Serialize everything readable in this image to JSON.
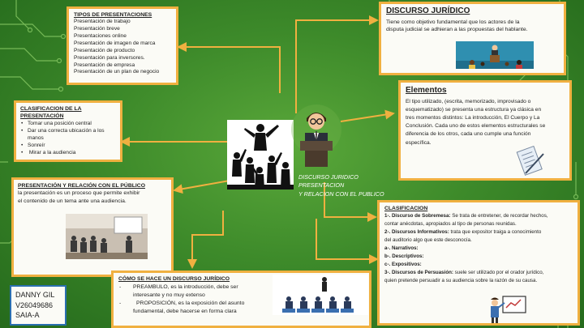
{
  "tipos": {
    "title": "TIPOS DE PRESENTACIONES",
    "items": [
      "Presentación de trabajo",
      "Presentación breve",
      "Presentaciones online",
      "Presentación de imagen de marca",
      "Presentación de producto",
      "Presentación para inversores.",
      "Presentación de empresa",
      "Presentación de un plan de negocio"
    ]
  },
  "discurso": {
    "title": "DISCURSO JURÍDICO",
    "lines": [
      "Tiene como objetivo fundamental que los actores de la",
      "disputa judicial se adhieran a las propuestas del hablante."
    ]
  },
  "clasif_presentacion": {
    "title_line1": "CLASIFICACION DE LA",
    "title_line2": "PRESENTACIÓN",
    "items": [
      "Tomar una posición central",
      "Dar una correcta ubicación a los",
      "manos",
      "Sonreír",
      "Mirar a la audiencia"
    ]
  },
  "elementos": {
    "title": "Elementos",
    "lines": [
      "El tipo utilizado, (escrita, memorizado, improvisado o",
      "esquematizado) se presenta una estructura ya clásica en",
      "tres momentos distintos: La introducción, El Cuerpo y La",
      "Conclusión. Cada uno de estos elementos estructurales se",
      "diferencia de los otros, cada uno cumple una función",
      "específica."
    ]
  },
  "center": {
    "line1": "DISCURSO JURIDICO",
    "line2": "PRESENTACION",
    "line3": "Y RELACION CON EL PUBLICO"
  },
  "relacion": {
    "title": "PRESENTACIÓN Y RELACIÓN CON EL PÚBLICO",
    "lines": [
      "la presentación es un proceso que permite exhibir",
      "el contenido de un tema ante una audiencia."
    ]
  },
  "clasificacion": {
    "title": "CLASIFICACION",
    "rows": [
      {
        "bold": "1-. Discurso de Sobremesa:",
        "text": " Se trata de entretener, de recordar hechos,"
      },
      {
        "bold": "",
        "text": "contar anécdotas, apropiados al tipo de personas reunidas."
      },
      {
        "bold": "2-. Discursos Informativos:",
        "text": " trata que  expositor traiga a conocimiento"
      },
      {
        "bold": "",
        "text": "del auditorio algo que este desconocía."
      },
      {
        "bold": "a-. Narrativos:",
        "text": ""
      },
      {
        "bold": "b-. Descriptivos:",
        "text": ""
      },
      {
        "bold": "c-. Expositivos:",
        "text": ""
      },
      {
        "bold": "3-. Discursos de Persuasión:",
        "text": " suele ser utilizado por el orador jurídico,"
      },
      {
        "bold": "",
        "text": "quien pretende persuadir a su audiencia sobre la razón de su causa."
      }
    ]
  },
  "como": {
    "title": "CÓMO SE HACE UN DISCURSO JURÍDICO",
    "item1_line1": "PREAMBULO, es la introducción, debe ser",
    "item1_line2": "interesante y no muy extenso",
    "item2_line1": "PROPOSICIÓN, es la exposición del asunto",
    "item2_line2": "fundamental, debe hacerse en forma clara"
  },
  "author": {
    "name": "DANNY GIL",
    "id": "V26049686",
    "section": "SAIA-A"
  },
  "colors": {
    "box_border": "#f0b040",
    "background": "#3d8a2a",
    "arrow": "#f0b040"
  }
}
